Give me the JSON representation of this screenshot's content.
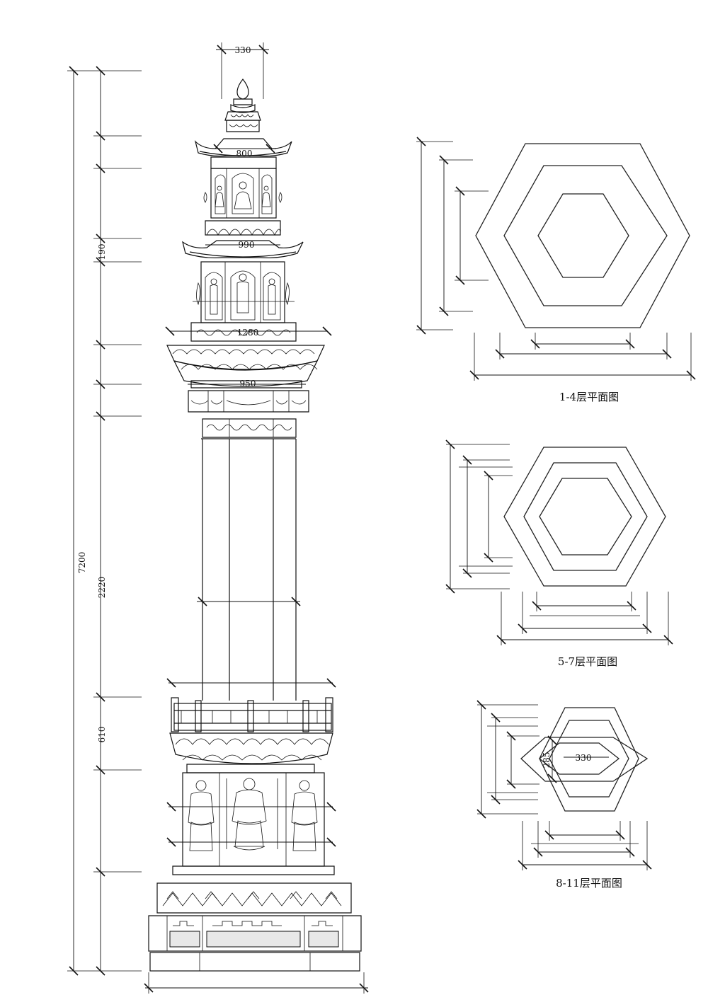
{
  "dimensions": {
    "top_width": "330",
    "eave_top": "800",
    "eave_mid": "990",
    "base_width": "1280",
    "neck_width": "950",
    "total_height": "7200",
    "upper_section": "190",
    "column_height": "2220",
    "lower_section": "610"
  },
  "plans": {
    "plan_1_4": "1-4层平面图",
    "plan_5_7": "5-7层平面图",
    "plan_8_11": "8-11层平面图",
    "plan_8_11_side": "285",
    "plan_8_11_inner": "330"
  }
}
